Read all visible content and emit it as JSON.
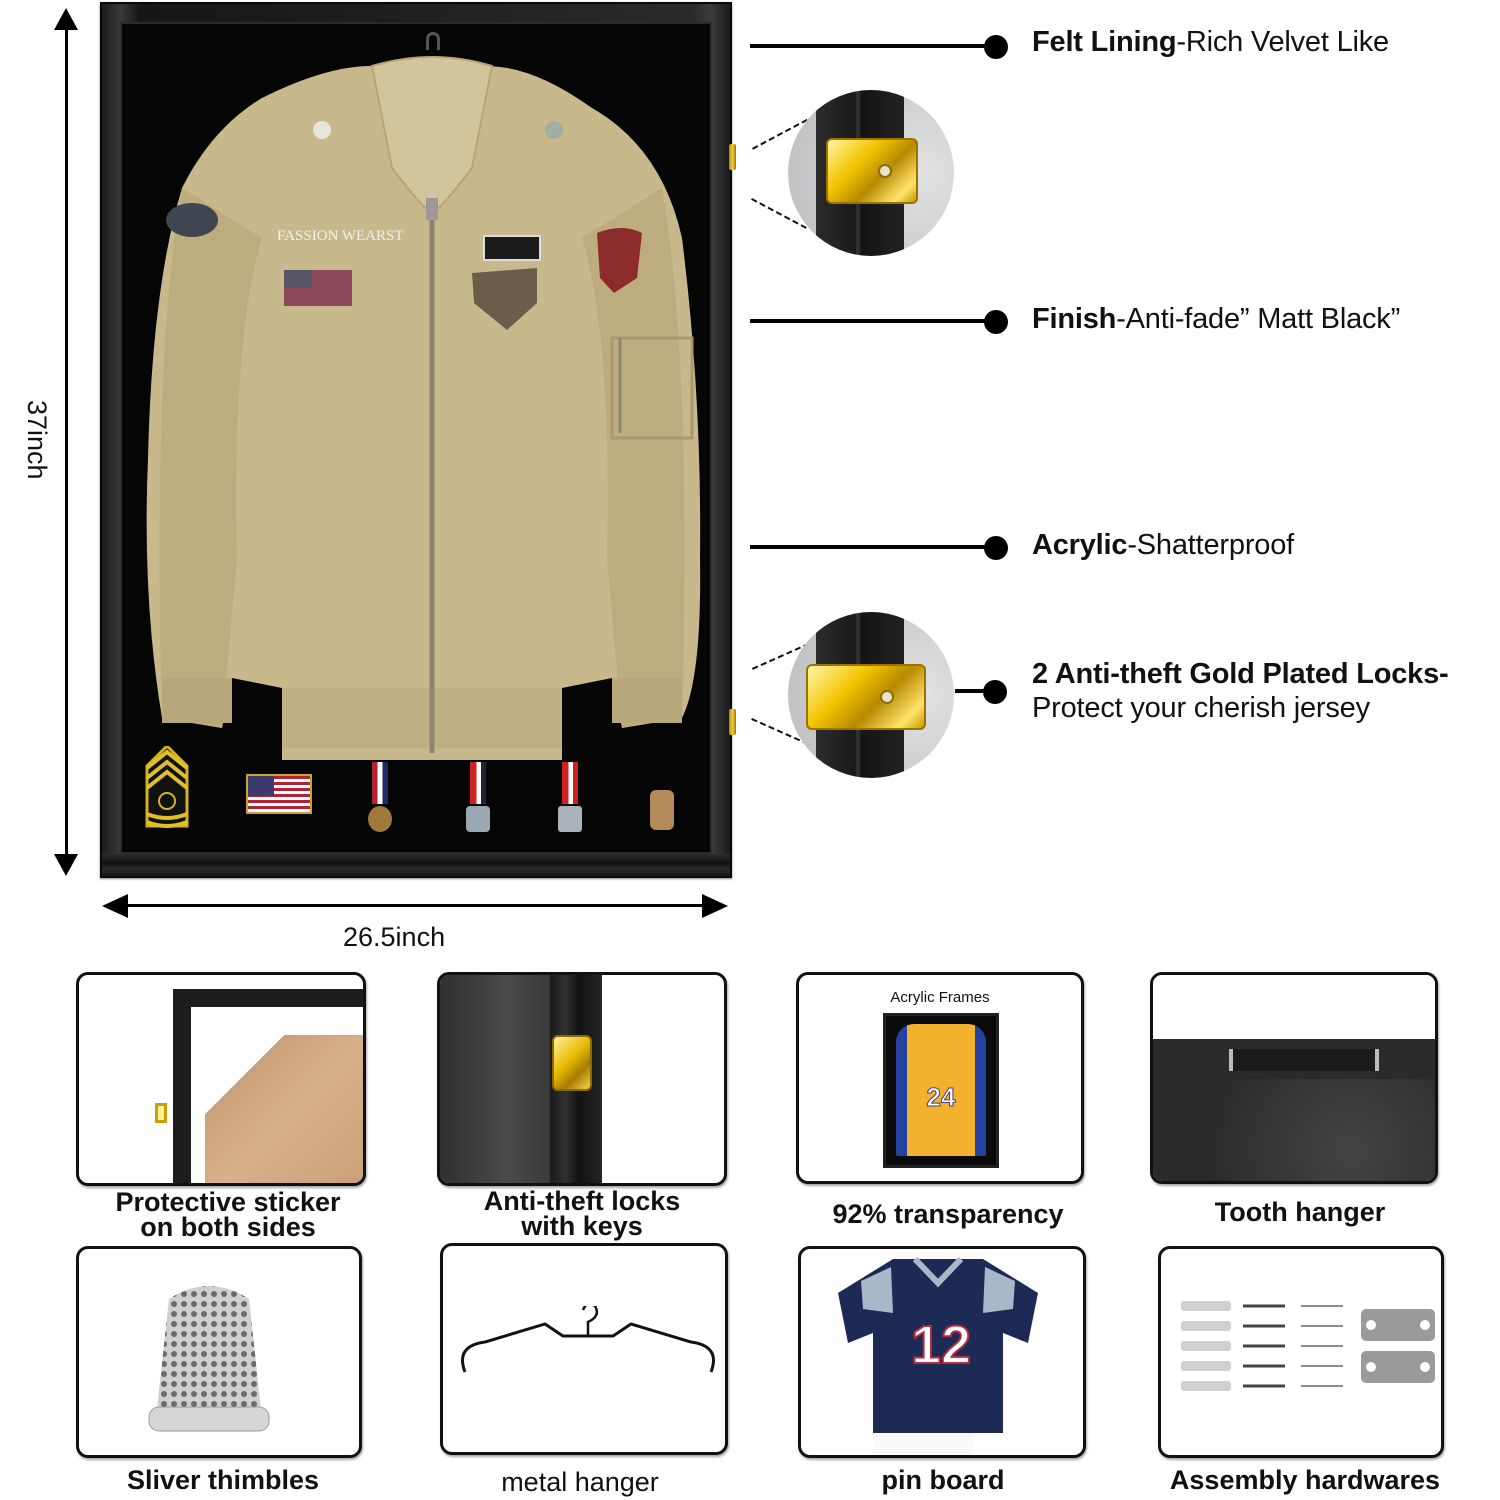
{
  "dimensions": {
    "height_label": "37inch",
    "width_label": "26.5inch"
  },
  "main_product": {
    "frame_color": "Matt Black",
    "jacket_patch_text": "FASSION WEARST",
    "display_items": [
      "sergeant chevron patch",
      "US flag patch",
      "medal",
      "medal",
      "medal",
      "insignia pin"
    ]
  },
  "callouts": [
    {
      "bold": "Felt Lining",
      "rest": "-Rich Velvet Like"
    },
    {
      "bold": "Finish",
      "rest": "-Anti-fade”  Matt Black”"
    },
    {
      "bold": "Acrylic",
      "rest": "-Shatterproof"
    },
    {
      "bold": "2 Anti-theft Gold Plated Locks-",
      "rest": "Protect your cherish jersey"
    }
  ],
  "features": [
    {
      "label_line1": "Protective sticker",
      "label_line2": "on both sides"
    },
    {
      "label_line1": "Anti-theft locks",
      "label_line2": "with keys"
    },
    {
      "label_line1": "92% transparency",
      "inner_title": "Acrylic Frames",
      "jersey_number": "24"
    },
    {
      "label_line1": "Tooth hanger"
    },
    {
      "label_line1": "Sliver thimbles"
    },
    {
      "label_line1": "metal hanger"
    },
    {
      "label_line1": "pin board",
      "jersey_number": "12"
    },
    {
      "label_line1": "Assembly hardwares"
    }
  ],
  "colors": {
    "gold": "#f3c400",
    "frame_black": "#1b1b1b",
    "jacket_khaki": "#c8b98c",
    "text": "#111111"
  }
}
